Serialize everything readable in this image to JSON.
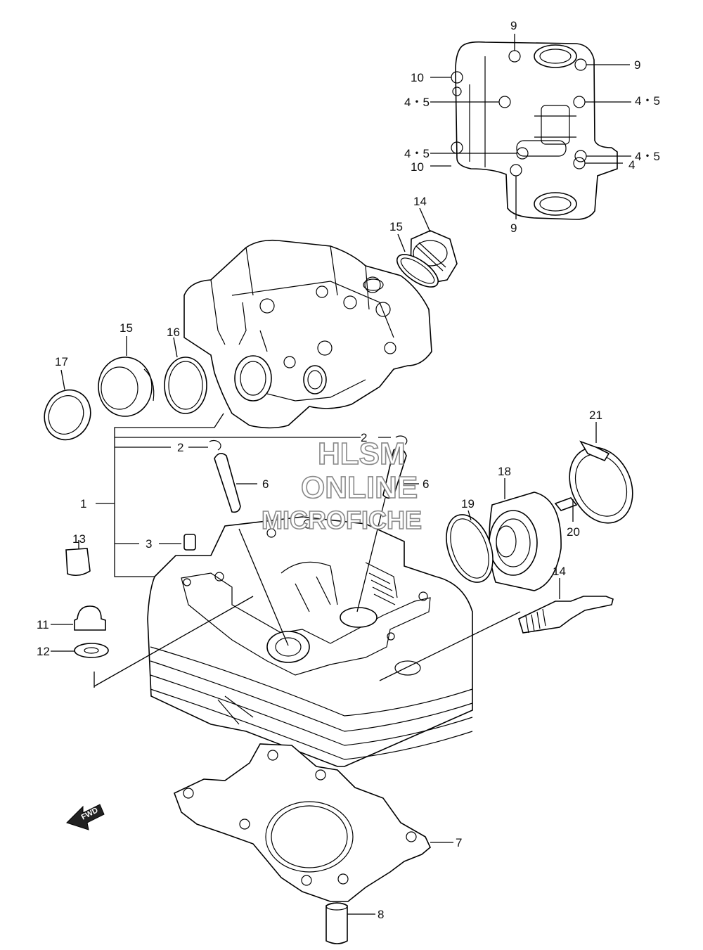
{
  "labels": {
    "cover_9_top": "9",
    "cover_9_right": "9",
    "cover_10_a": "10",
    "cover_45_left_a": "4・5",
    "cover_45_right_a": "4・5",
    "cover_45_left_b": "4・5",
    "cover_45_right_b": "4・5",
    "cover_10_b": "10",
    "cover_4": "4",
    "cover_9_bottom": "9",
    "p14_cap": "14",
    "p15_oring": "15",
    "p15_cap": "15",
    "p16": "16",
    "p17": "17",
    "p2_left": "2",
    "p2_right": "2",
    "p6_left": "6",
    "p6_right": "6",
    "p1": "1",
    "p3": "3",
    "p13": "13",
    "p11": "11",
    "p12": "12",
    "p21": "21",
    "p18": "18",
    "p19": "19",
    "p20": "20",
    "p14_plug": "14",
    "p7": "7",
    "p8": "8"
  },
  "watermark": {
    "line1": "HLSM",
    "line2": "ONLINE",
    "line3": "MICROFICHE"
  },
  "fwd_label": "FWD"
}
